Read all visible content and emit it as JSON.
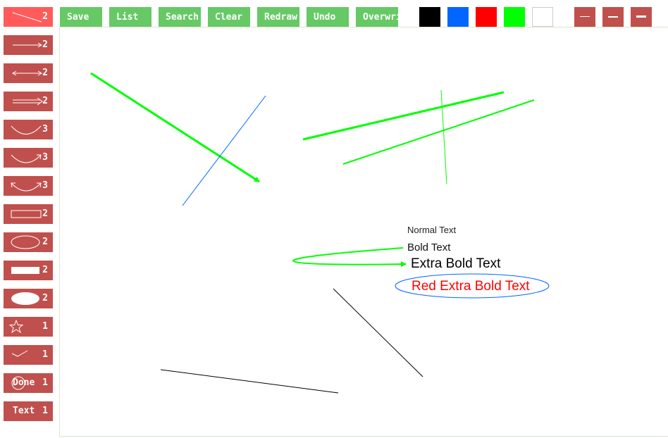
{
  "toolbar": {
    "save_label": "Save",
    "list_label": "List",
    "search_label": "Search",
    "clear_label": "Clear",
    "redraw_label": "Redraw",
    "undo_label": "Undo",
    "overwrite_label": "Overwrite"
  },
  "colors": {
    "swatches": [
      "#000000",
      "#0066ff",
      "#ff0000",
      "#00ff00",
      "#ffffff"
    ],
    "tool_bg": "#c0504d",
    "tool_active_bg": "#ff5b5b",
    "button_bg": "#66c966"
  },
  "tools": [
    {
      "icon": "line-icon",
      "count": "2"
    },
    {
      "icon": "arrow-icon",
      "count": "2"
    },
    {
      "icon": "double-arrow-icon",
      "count": "2"
    },
    {
      "icon": "thick-arrow-icon",
      "count": "2"
    },
    {
      "icon": "arc-icon",
      "count": "3"
    },
    {
      "icon": "arc-arrow-icon",
      "count": "3"
    },
    {
      "icon": "arc-double-arrow-icon",
      "count": "3"
    },
    {
      "icon": "rectangle-outline-icon",
      "count": "2"
    },
    {
      "icon": "ellipse-outline-icon",
      "count": "2"
    },
    {
      "icon": "rectangle-filled-icon",
      "count": "2"
    },
    {
      "icon": "ellipse-filled-icon",
      "count": "2"
    },
    {
      "icon": "star-icon",
      "count": "1"
    },
    {
      "icon": "checkmark-icon",
      "count": "1"
    },
    {
      "icon": "done-stamp-icon",
      "label": "Done",
      "count": "1"
    },
    {
      "icon": "text-icon",
      "label": "Text",
      "count": "1"
    }
  ],
  "line_width_buttons": [
    "thin-line-icon",
    "medium-line-icon",
    "thick-line-icon"
  ],
  "canvas_texts": {
    "normal": "Normal Text",
    "bold": "Bold Text",
    "extra_bold": "Extra Bold Text",
    "red_extra_bold": "Red Extra Bold Text"
  }
}
